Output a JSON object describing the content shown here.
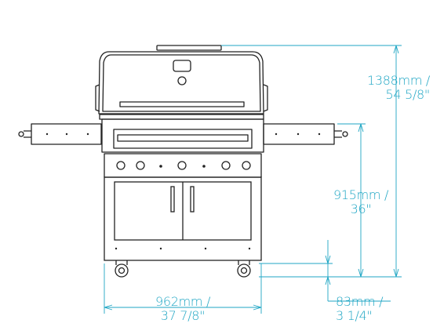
{
  "dimensions": {
    "height_total": {
      "metric": "1388mm /",
      "imperial": "54 5/8\""
    },
    "height_counter": {
      "metric": "915mm /",
      "imperial": "36\""
    },
    "width_cart": {
      "metric": "962mm /",
      "imperial": "37 7/8\""
    },
    "clearance": {
      "metric": "83mm /",
      "imperial": "3 1/4\""
    }
  },
  "colors": {
    "dimension_line": "#1fa6c4",
    "outline": "#222222"
  }
}
